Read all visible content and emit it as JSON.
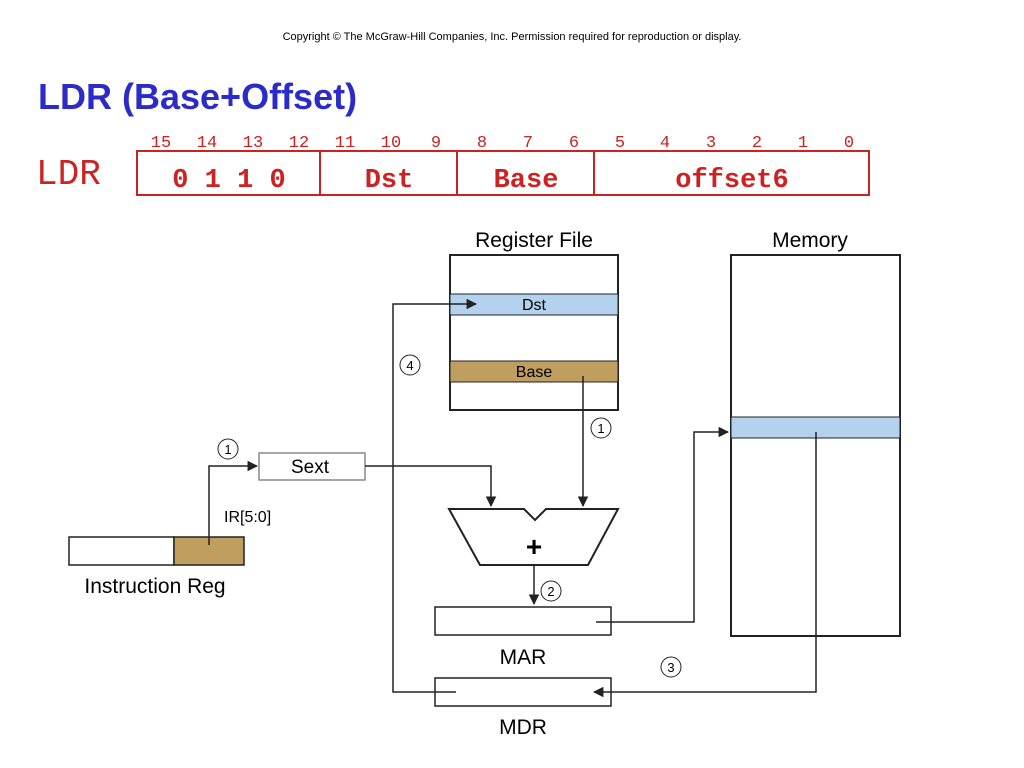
{
  "header": {
    "copyright": "Copyright © The McGraw-Hill Companies, Inc.  Permission required for reproduction or display.",
    "title": "LDR (Base+Offset)"
  },
  "encoding": {
    "mnemonic": "LDR",
    "bit_numbers": [
      "15",
      "14",
      "13",
      "12",
      "11",
      "10",
      "9",
      "8",
      "7",
      "6",
      "5",
      "4",
      "3",
      "2",
      "1",
      "0"
    ],
    "fields": [
      "0 1 1 0",
      "Dst",
      "Base",
      "offset6"
    ],
    "color": "#cc2222"
  },
  "diagram": {
    "register_file_label": "Register File",
    "memory_label": "Memory",
    "dst_label": "Dst",
    "base_label": "Base",
    "sext_label": "Sext",
    "ir_slice_label": "IR[5:0]",
    "instruction_reg_label": "Instruction Reg",
    "adder_symbol": "+",
    "mar_label": "MAR",
    "mdr_label": "MDR",
    "steps": [
      "1",
      "1",
      "2",
      "3",
      "4"
    ],
    "colors": {
      "blue": "#b4d2ee",
      "tan": "#bf9e5f"
    }
  }
}
